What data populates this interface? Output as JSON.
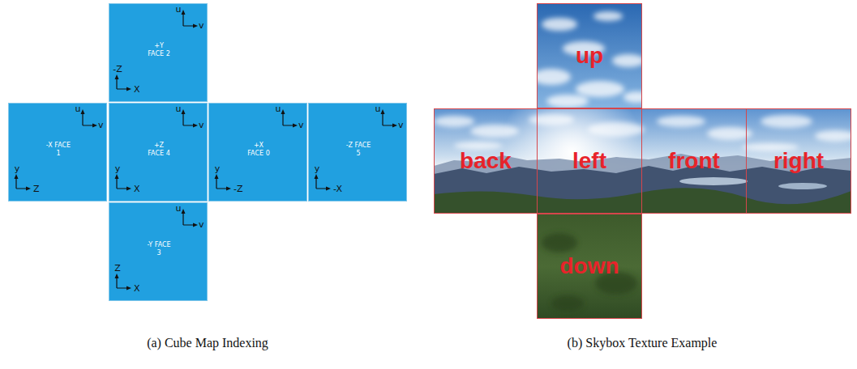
{
  "diagram": {
    "nodes": [
      {
        "text": [
          "u",
          "v",
          "+Y FACE 2",
          "-Z",
          "X"
        ]
      },
      {
        "text": [
          "u",
          "v",
          "-X FACE 1",
          "y",
          "Z"
        ]
      },
      {
        "text": [
          "u",
          "v",
          "+Z FACE 4",
          "y",
          "X"
        ]
      },
      {
        "text": [
          "u",
          "v",
          "+X FACE 0",
          "y",
          "-Z"
        ]
      },
      {
        "text": [
          "u",
          "v",
          "-Z FACE 5",
          "y",
          "-X"
        ]
      },
      {
        "text": [
          "u",
          "v",
          "-Y FACE 3",
          "Z",
          "X"
        ]
      },
      {
        "text": [
          "up"
        ]
      },
      {
        "text": [
          "back"
        ]
      },
      {
        "text": [
          "left"
        ]
      },
      {
        "text": [
          "front"
        ]
      },
      {
        "text": [
          "right"
        ]
      },
      {
        "text": [
          "down"
        ]
      }
    ],
    "labels": [
      "(a) Cube Map Indexing",
      "(b) Skybox Texture Example"
    ]
  }
}
